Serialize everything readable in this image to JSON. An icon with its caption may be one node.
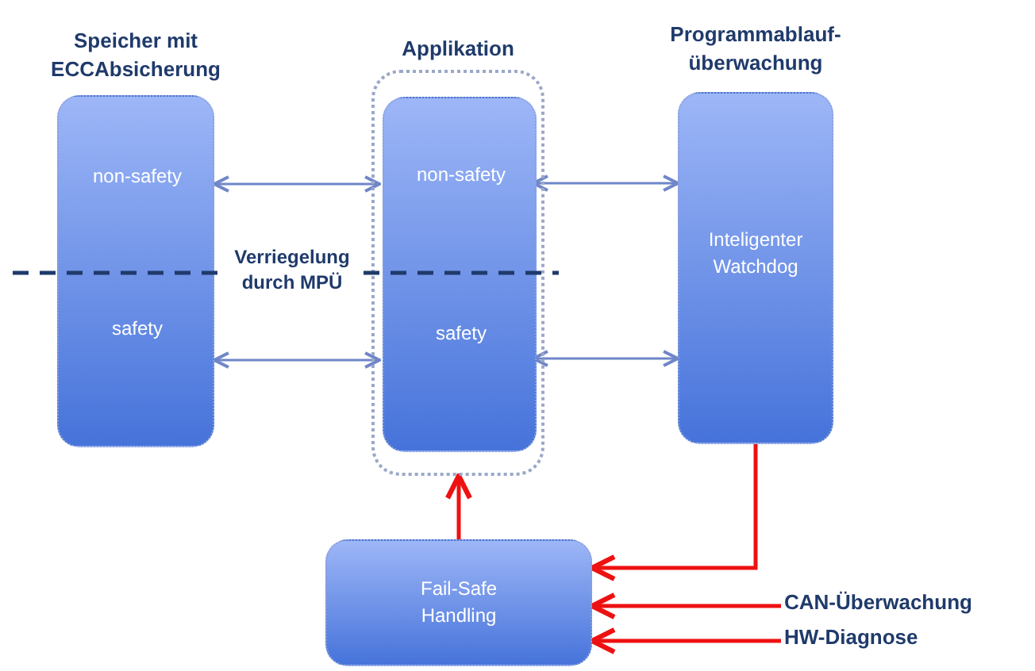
{
  "diagram": {
    "nodes": [
      {
        "text": [
          "Speicher mit ECCAbsicherung"
        ]
      },
      {
        "text": [
          "non-safety"
        ],
        "in": 0
      },
      {
        "text": [
          "safety"
        ],
        "in": 0
      },
      {
        "text": [
          "Applikation"
        ]
      },
      {
        "text": [],
        "shape": "box",
        "in": 3
      },
      {
        "text": [
          "non-safety"
        ],
        "in": 4
      },
      {
        "text": [
          "safety"
        ],
        "in": 4
      },
      {
        "text": [
          "Programmablauf-überwachung",
          "Inteligenter Watchdog"
        ]
      },
      {
        "text": [
          "Fail-Safe Handling"
        ]
      },
      {
        "text": [
          "CAN-Überwachung"
        ]
      },
      {
        "text": [
          "HW-Diagnose"
        ]
      }
    ],
    "edges": [
      {
        "from": 1,
        "to": 5,
        "arrow": "both",
        "color": "#6f86c8"
      },
      {
        "from": 2,
        "to": 6,
        "arrow": "both",
        "color": "#6f86c8"
      },
      {
        "from": 5,
        "to": 7,
        "arrow": "both",
        "color": "#6f86c8"
      },
      {
        "from": 6,
        "to": 7,
        "arrow": "both",
        "color": "#6f86c8"
      },
      {
        "from": 8,
        "to": 3,
        "arrow": "to",
        "color": "#ee1111"
      },
      {
        "from": 7,
        "to": 8,
        "arrow": "to",
        "color": "#ee1111"
      },
      {
        "from": 9,
        "to": 8,
        "arrow": "to",
        "color": "#ee1111"
      },
      {
        "from": 10,
        "to": 8,
        "arrow": "to",
        "color": "#ee1111"
      }
    ],
    "labels": [
      "Verriegelung durch MPÜ"
    ]
  }
}
